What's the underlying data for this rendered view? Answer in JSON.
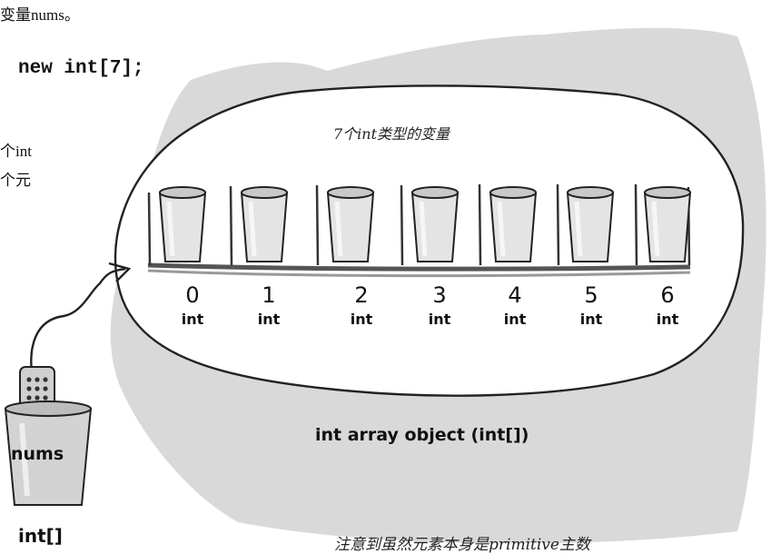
{
  "text": {
    "top_left": "变量nums。",
    "code": "new int[7];",
    "left_line1": "个int",
    "left_line2": "个元",
    "blob_title": "7个int类型的变量",
    "object_label": "int array object (int[])",
    "ref_var_name": "nums",
    "ref_type": "int[]",
    "bottom_note": "注意到虽然元素本身是primitive主数"
  },
  "slots": [
    {
      "index": "0",
      "type": "int"
    },
    {
      "index": "1",
      "type": "int"
    },
    {
      "index": "2",
      "type": "int"
    },
    {
      "index": "3",
      "type": "int"
    },
    {
      "index": "4",
      "type": "int"
    },
    {
      "index": "5",
      "type": "int"
    },
    {
      "index": "6",
      "type": "int"
    }
  ],
  "colors": {
    "heap": "#d9d9d9",
    "cup_fill": "#e4e4e4",
    "outline": "#222222"
  },
  "icons": [
    "remote-control-icon",
    "cup-icon",
    "arrow-icon"
  ]
}
